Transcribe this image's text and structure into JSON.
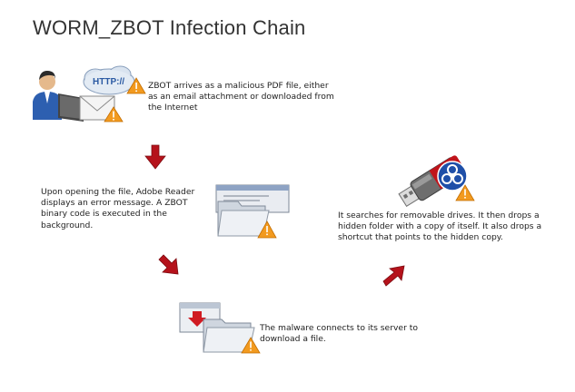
{
  "title": "WORM_ZBOT Infection Chain",
  "steps": [
    {
      "text": "ZBOT arrives as a malicious PDF file, either as an email attachment or downloaded from the Internet"
    },
    {
      "text": "Upon opening the file, Adobe Reader displays an error message. A ZBOT binary code is executed in the background."
    },
    {
      "text": "It searches for removable drives. It then drops a hidden folder with a copy of itself. It also drops a shortcut that points to the hidden copy."
    },
    {
      "text": "The malware connects to its server to download a file."
    }
  ],
  "cloud_label": "HTTP://",
  "colors": {
    "arrow": "#b5121b",
    "warning": "#f29a1f",
    "biohazard": "#1f4fa8"
  }
}
